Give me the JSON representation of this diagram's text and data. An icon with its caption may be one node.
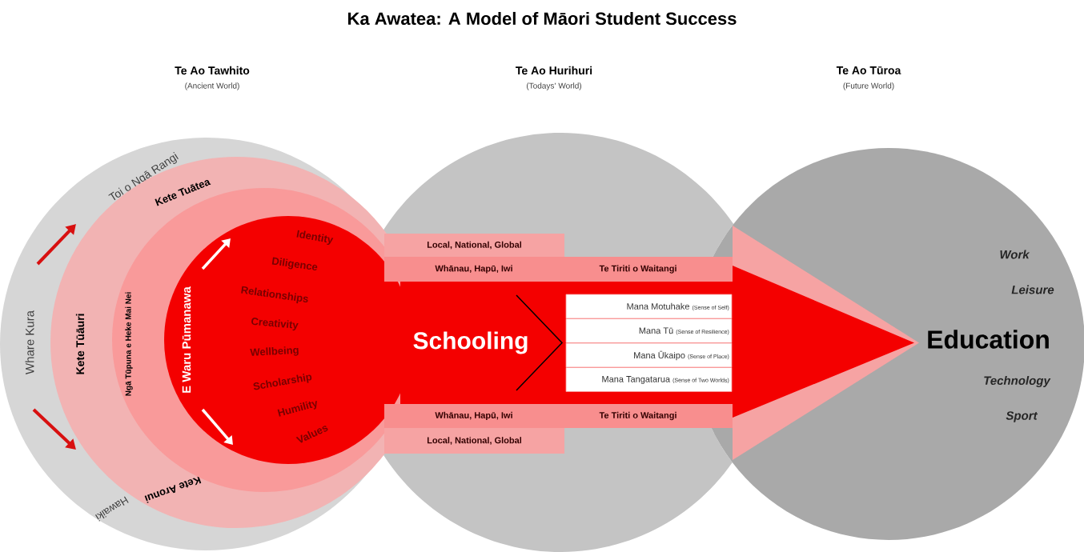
{
  "diagram": {
    "title": "Ka Awatea: A Model of Māori Student Success",
    "nodes": [
      {
        "text": [
          "Whare Kura",
          "Toi o Ngā Rangi",
          "Hawaiki"
        ]
      },
      {
        "text": [
          "Kete Tuātea",
          "Kete Tūāuri",
          "Kete Aronui"
        ],
        "in": 0
      },
      {
        "text": [
          "Ngā Tūpuna e Heke Mai Nei"
        ],
        "in": 1
      },
      {
        "text": [
          "E Waru Pūmanawa",
          "Identity",
          "Diligence",
          "Relationships",
          "Creativity",
          "Wellbeing",
          "Scholarship",
          "Humility",
          "Values"
        ],
        "in": 2
      },
      {
        "text": [],
        "shape": "circle"
      },
      {
        "text": [
          "Local, National, Global"
        ],
        "in": 4
      },
      {
        "text": [
          "Whānau, Hapū, Iwi",
          "Te Tiriti o Waitangi"
        ],
        "in": 4
      },
      {
        "text": [
          "Schooling"
        ],
        "in": 4
      },
      {
        "text": [
          "Mana Motuhake",
          "(Sense of Self)"
        ],
        "in": 7
      },
      {
        "text": [
          "Mana Tū",
          "(Sense of Resilience)"
        ],
        "in": 7
      },
      {
        "text": [
          "Mana Ūkaipo",
          "(Sense of Place)"
        ],
        "in": 7
      },
      {
        "text": [
          "Mana Tangatarua",
          "(Sense of Two Worlds)"
        ],
        "in": 7
      },
      {
        "text": [
          "Whānau, Hapū, Iwi",
          "Te Tiriti o Waitangi"
        ],
        "in": 4
      },
      {
        "text": [
          "Local, National, Global"
        ],
        "in": 4
      },
      {
        "text": [
          "Work",
          "Leisure",
          "Technology",
          "Sport"
        ]
      },
      {
        "text": [
          "Education"
        ],
        "in": 14
      }
    ],
    "labels": [
      "Te Ao Tawhito",
      "(Ancient World)",
      "Te Ao Hurihuri",
      "(Todays’ World)",
      "Te Ao Tūroa",
      "(Future World)"
    ]
  }
}
